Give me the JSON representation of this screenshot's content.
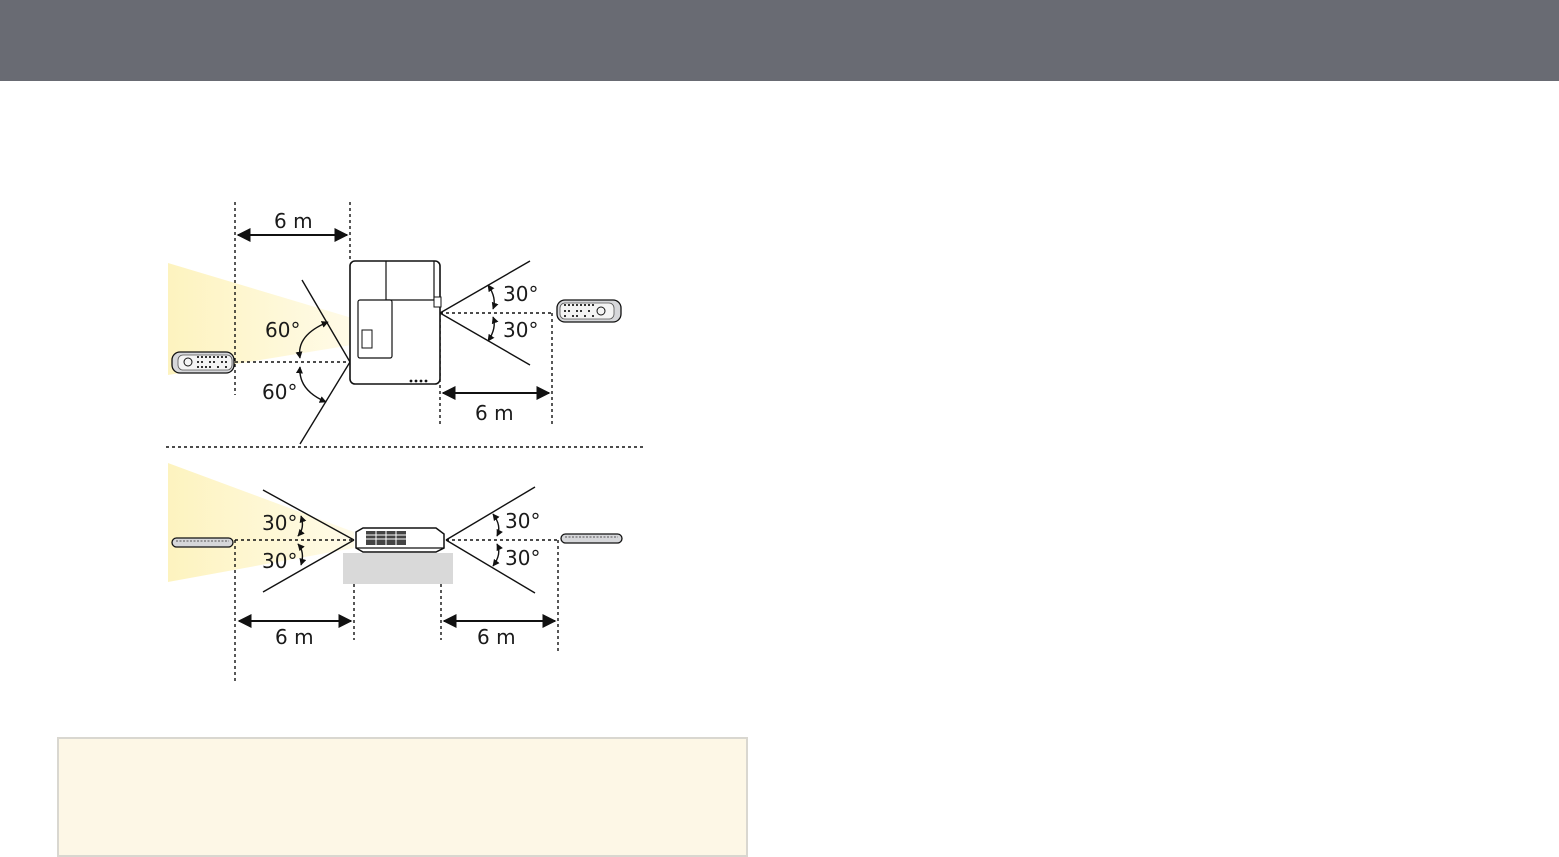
{
  "diagram": {
    "top_view": {
      "distance_left": "6 m",
      "distance_right": "6 m",
      "angle_left_upper": "60°",
      "angle_left_lower": "60°",
      "angle_right_upper": "30°",
      "angle_right_lower": "30°"
    },
    "side_view": {
      "distance_left": "6 m",
      "distance_right": "6 m",
      "angle_left_upper": "30°",
      "angle_left_lower": "30°",
      "angle_right_upper": "30°",
      "angle_right_lower": "30°"
    }
  },
  "colors": {
    "header": "#696b73",
    "beam": "#fdf3bf",
    "note_background": "#fdf7e6"
  }
}
